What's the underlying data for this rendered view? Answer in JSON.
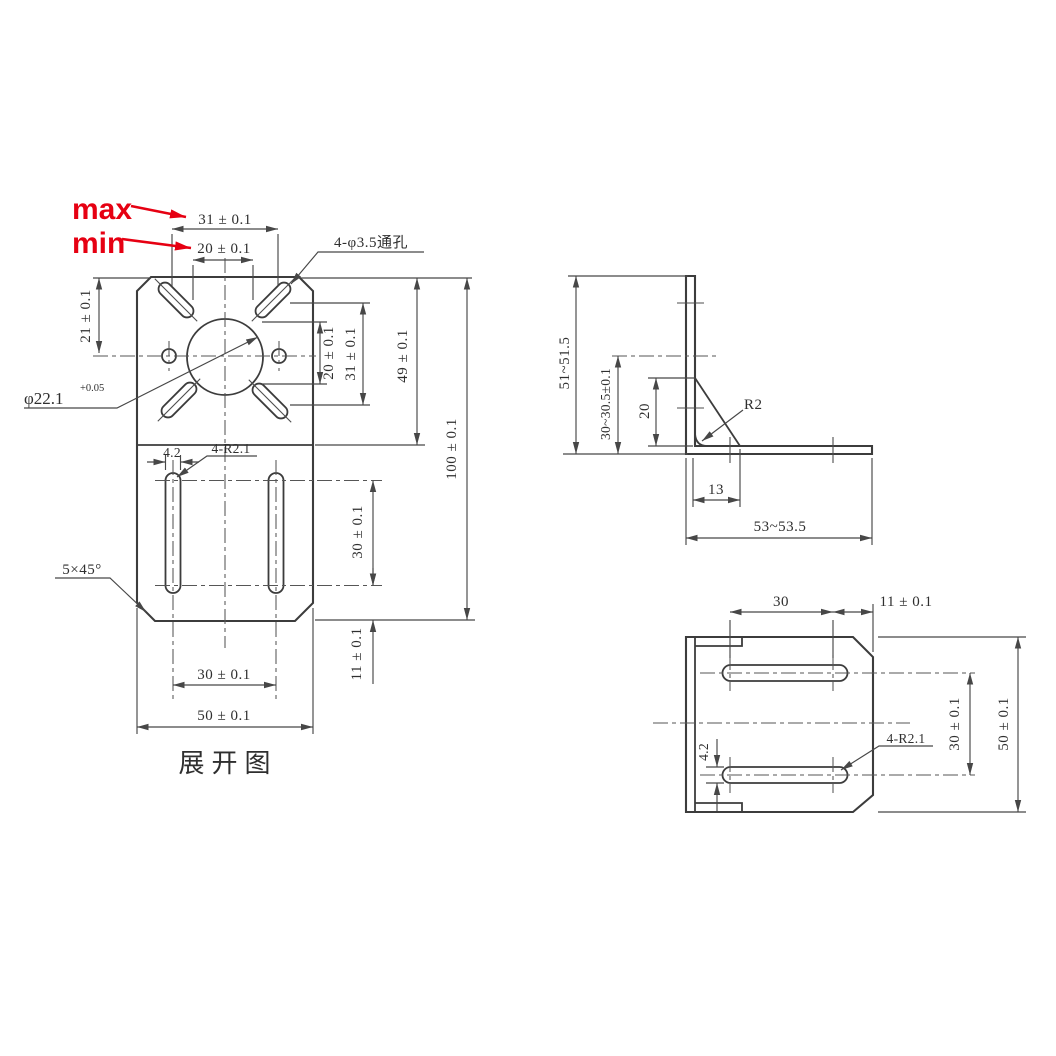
{
  "annotations": {
    "max_label": "max",
    "min_label": "min"
  },
  "colors": {
    "accent": "#e60012",
    "line": "#3c3c3c"
  },
  "flat_view": {
    "caption": "展开图",
    "dims": {
      "slot_spacing_max": "31 ± 0.1",
      "slot_spacing_min": "20 ± 0.1",
      "through_holes": "4-φ3.5通孔",
      "top_to_center": "21 ± 0.1",
      "bore_dia": "φ22.1",
      "bore_tol": "+0.05",
      "right_inner": "20 ± 0.1",
      "right_outer": "31 ± 0.1",
      "top_section_height": "49 ± 0.1",
      "total_height": "100 ± 0.1",
      "slot_width": "4.2",
      "slot_end_radius": "4-R2.1",
      "corner_chamfer": "5×45°",
      "slot_length": "30 ± 0.1",
      "slot_to_edge": "11 ± 0.1",
      "slot_pitch": "30 ± 0.1",
      "plate_width": "50 ± 0.1"
    }
  },
  "side_view": {
    "dims": {
      "overall_height": "51~51.5",
      "inner_height": "30~30.5±0.1",
      "rib_height": "20",
      "corner_radius": "R2",
      "rib_base": "13",
      "overall_depth": "53~53.5"
    }
  },
  "bottom_view": {
    "dims": {
      "slot_length": "30",
      "slot_to_edge": "11 ± 0.1",
      "slot_width": "4.2",
      "slot_end_radius": "4-R2.1",
      "slot_pitch": "30 ± 0.1",
      "plate_width": "50 ± 0.1"
    }
  }
}
